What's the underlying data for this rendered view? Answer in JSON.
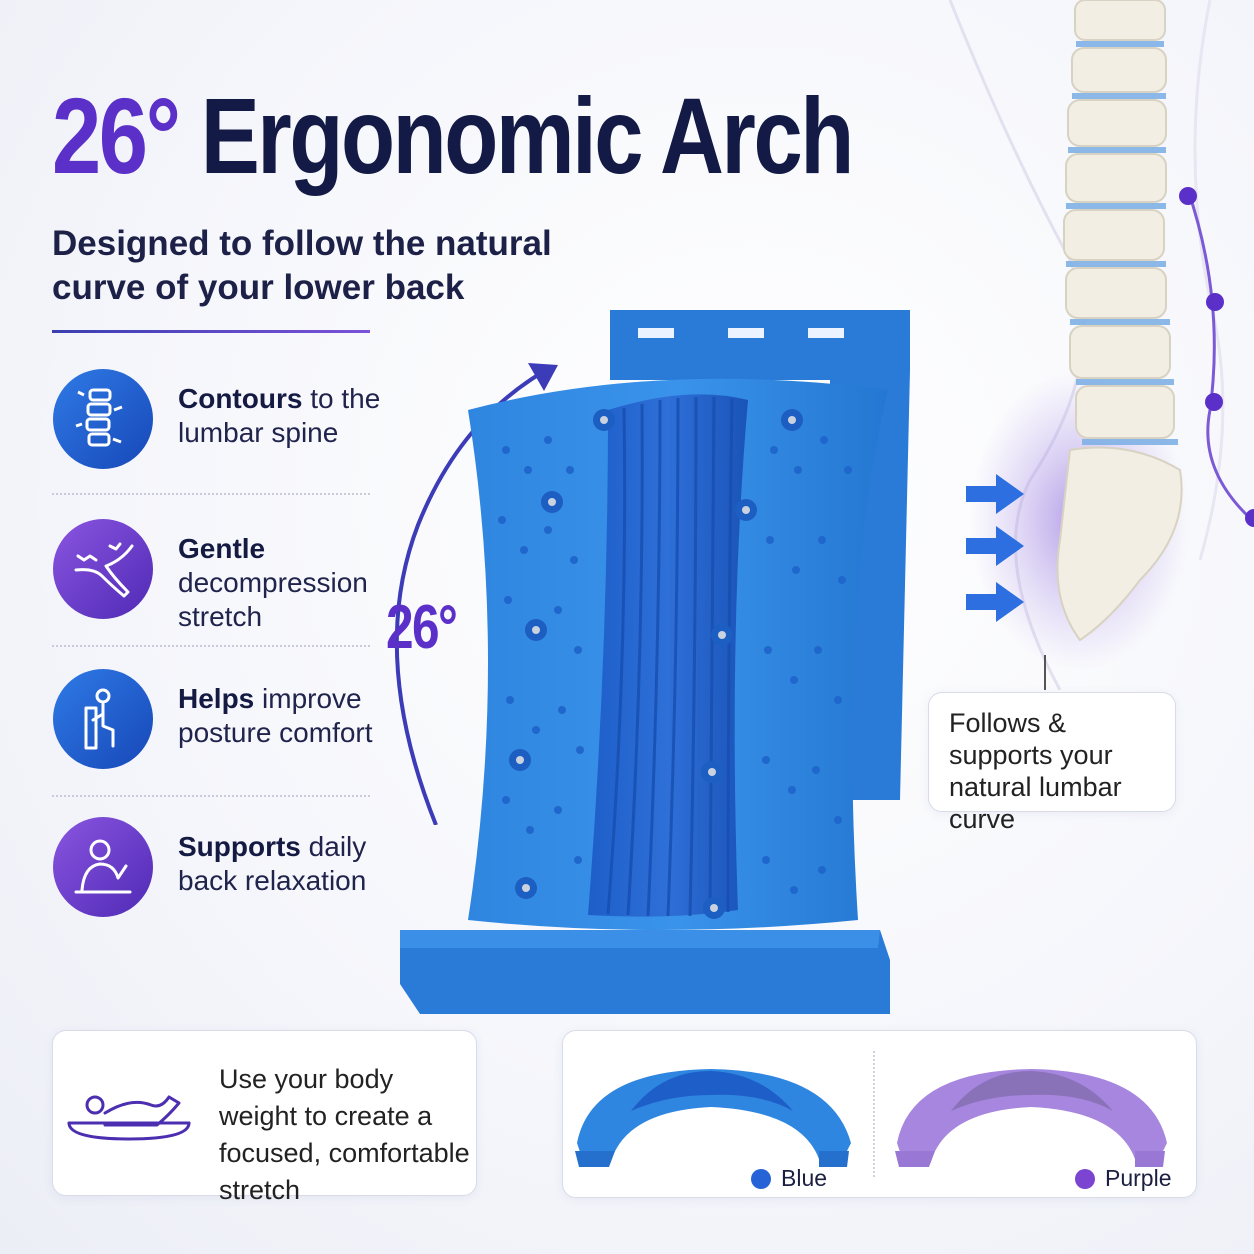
{
  "headline": {
    "degree": "26°",
    "rest": "Ergonomic Arch"
  },
  "subhead": "Designed to follow the natural curve of your lower back",
  "features": [
    {
      "icon": "spine-icon",
      "bold": "Contours",
      "rest": " to the lumbar spine"
    },
    {
      "icon": "stretch-icon",
      "bold": "Gentle",
      "rest": " decompression stretch"
    },
    {
      "icon": "posture-icon",
      "bold": "Helps",
      "rest": " improve posture comfort"
    },
    {
      "icon": "relax-icon",
      "bold": "Supports",
      "rest": " daily back relaxation"
    }
  ],
  "arch_label": "26°",
  "spine_note": "Follows & supports your natural lumbar curve",
  "usage_note": "Use your body weight to create a focused, comfortable stretch",
  "colors": [
    {
      "name": "Blue",
      "hex": "#2563d6"
    },
    {
      "name": "Purple",
      "hex": "#7b44d1"
    }
  ],
  "palette": {
    "accent": "#5b30c8",
    "navy": "#121a45",
    "product_blue": "#2f86e0",
    "product_purple": "#9b78d8"
  }
}
